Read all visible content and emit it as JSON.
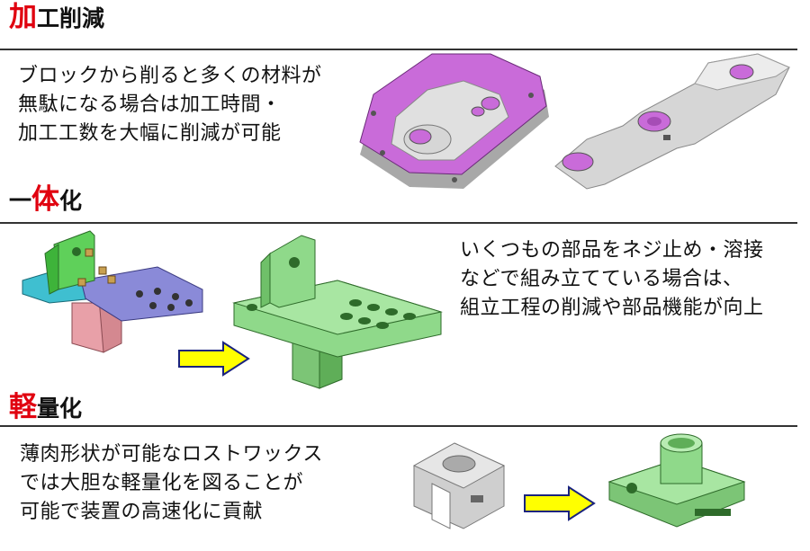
{
  "sections": [
    {
      "heading_accent": "加",
      "heading_rest": "工削減",
      "lines": [
        "ブロックから削ると多くの材料が",
        "無駄になる場合は加工時間・",
        "加工工数を大幅に削減が可能"
      ]
    },
    {
      "heading_prefix": "一",
      "heading_accent": "体",
      "heading_rest": "化",
      "lines": [
        "いくつもの部品をネジ止め・溶接",
        "などで組み立てている場合は、",
        "組立工程の削減や部品機能が向上"
      ]
    },
    {
      "heading_accent": "軽",
      "heading_rest": "量化",
      "lines": [
        "薄肉形状が可能なロストワックス",
        "では大胆な軽量化を図ることが",
        "可能で装置の高速化に貢献"
      ]
    }
  ],
  "colors": {
    "accent_red": "#e0000f",
    "arrow_fill": "#ffff00",
    "arrow_stroke": "#1a237e",
    "part_magenta": "#c266d6",
    "part_green": "#8fd98a",
    "part_gray": "#d6d6d6"
  }
}
